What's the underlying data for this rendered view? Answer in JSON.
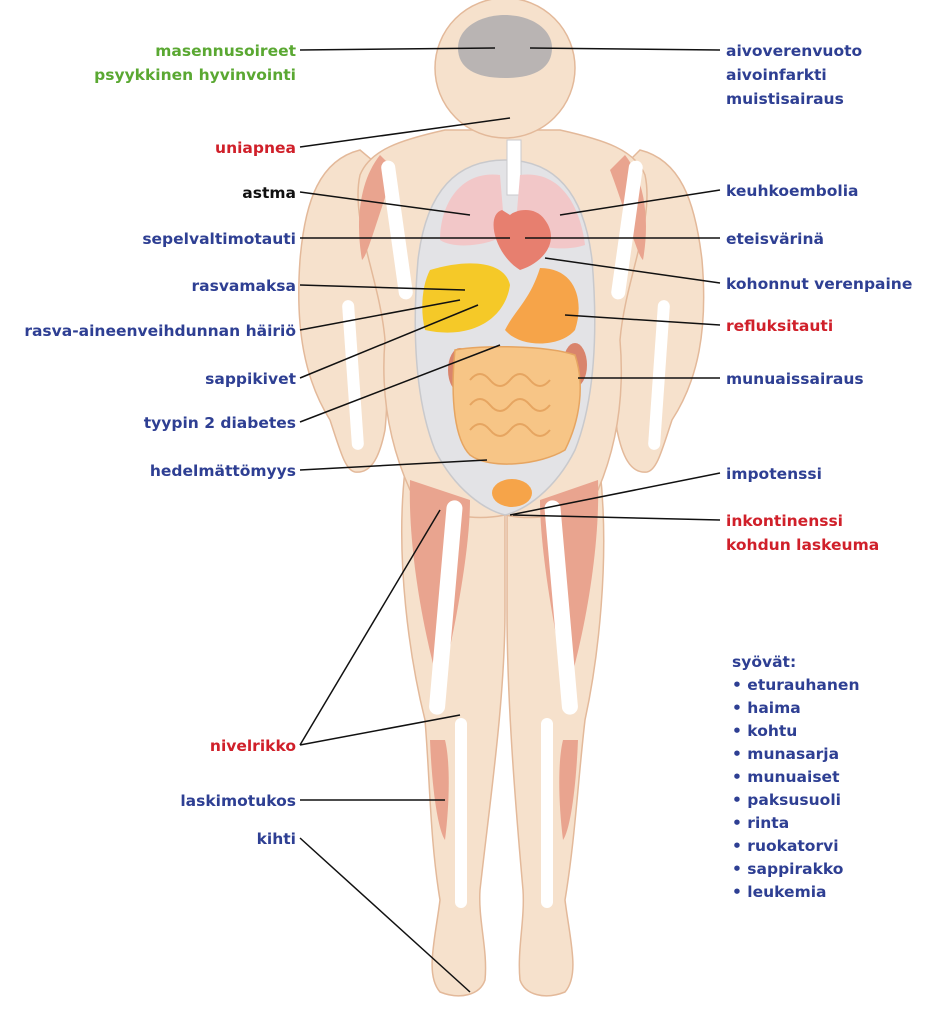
{
  "colors": {
    "green": "#5aa832",
    "blue": "#2e3f93",
    "red": "#d0202a",
    "black": "#111111",
    "skin": "#f6e1cc",
    "skin_outline": "#e3b99a",
    "muscle": "#e9a48f",
    "bone": "#ffffff",
    "cavity": "#e3e3e6",
    "lung": "#f2c7c8",
    "heart": "#e77f6f",
    "liver": "#f5c928",
    "stomach": "#f6a449",
    "kidney": "#d9846c",
    "intestine": "#f7c586",
    "brain": "#b9b4b3"
  },
  "labels_left": [
    {
      "text": "masennusoireet",
      "color": "green"
    },
    {
      "text": "psyykkinen hyvinvointi",
      "color": "green"
    },
    {
      "text": "uniapnea",
      "color": "red"
    },
    {
      "text": "astma",
      "color": "black"
    },
    {
      "text": "sepelvaltimotauti",
      "color": "blue"
    },
    {
      "text": "rasvamaksa",
      "color": "blue"
    },
    {
      "text": "rasva-aineenveihdunnan häiriö",
      "color": "blue"
    },
    {
      "text": "sappikivet",
      "color": "blue"
    },
    {
      "text": "tyypin 2 diabetes",
      "color": "blue"
    },
    {
      "text": "hedelmättömyys",
      "color": "blue"
    },
    {
      "text": "nivelrikko",
      "color": "red"
    },
    {
      "text": "laskimotukos",
      "color": "blue"
    },
    {
      "text": "kihti",
      "color": "blue"
    }
  ],
  "labels_right": [
    {
      "text": "aivoverenvuoto",
      "color": "blue"
    },
    {
      "text": "aivoinfarkti",
      "color": "blue"
    },
    {
      "text": "muistisairaus",
      "color": "blue"
    },
    {
      "text": "keuhkoembolia",
      "color": "blue"
    },
    {
      "text": "eteisvärinä",
      "color": "blue"
    },
    {
      "text": "kohonnut verenpaine",
      "color": "blue"
    },
    {
      "text": "refluksitauti",
      "color": "red"
    },
    {
      "text": "munuaissairaus",
      "color": "blue"
    },
    {
      "text": "impotenssi",
      "color": "blue"
    },
    {
      "text": "inkontinenssi",
      "color": "red"
    },
    {
      "text": "kohdun laskeuma",
      "color": "red"
    }
  ],
  "cancers": {
    "title": "syövät:",
    "items": [
      "• eturauhanen",
      "• haima",
      "• kohtu",
      "• munasarja",
      "• munuaiset",
      "• paksusuoli",
      "• rinta",
      "• ruokatorvi",
      "• sappirakko",
      "• leukemia"
    ]
  }
}
